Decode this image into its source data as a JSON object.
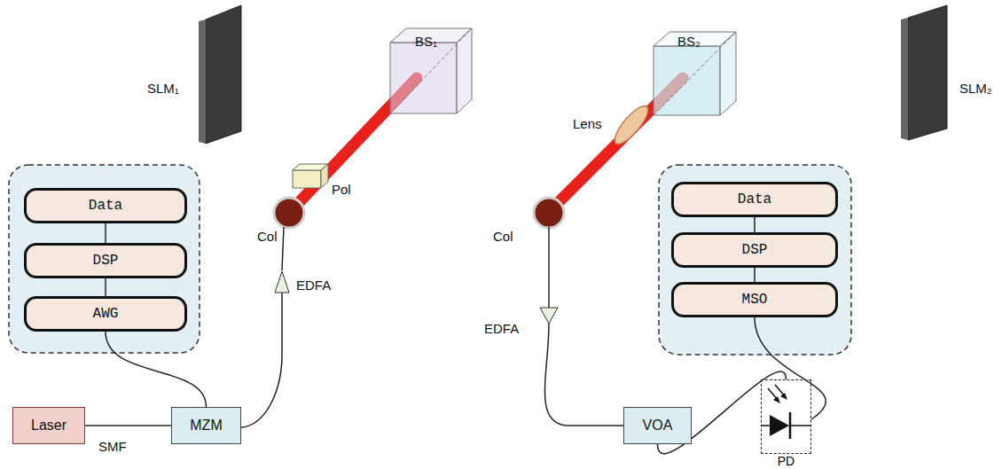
{
  "diagram": {
    "nodes": [
      {
        "text": [
          "Data"
        ]
      },
      {
        "text": [
          "DSP"
        ]
      },
      {
        "text": [
          "AWG"
        ]
      },
      {
        "text": [
          "Laser"
        ]
      },
      {
        "text": [
          "MZM"
        ]
      },
      {
        "text": [
          "Data"
        ]
      },
      {
        "text": [
          "DSP"
        ]
      },
      {
        "text": [
          "MSO"
        ]
      },
      {
        "text": [
          "VOA"
        ]
      },
      {
        "text": [
          "PD"
        ]
      }
    ],
    "edges": [
      {
        "from": 0,
        "to": 1,
        "arrow": "none"
      },
      {
        "from": 1,
        "to": 2,
        "arrow": "none"
      },
      {
        "from": 2,
        "to": 4,
        "arrow": "none"
      },
      {
        "from": 3,
        "to": 4,
        "arrow": "none"
      },
      {
        "from": 5,
        "to": 6,
        "arrow": "none"
      },
      {
        "from": 6,
        "to": 7,
        "arrow": "none"
      },
      {
        "from": 7,
        "to": 9,
        "arrow": "none"
      },
      {
        "from": 8,
        "to": 9,
        "arrow": "none"
      }
    ],
    "labels": [
      "SLM₁",
      "BS₁",
      "BS₂",
      "SLM₂",
      "Lens",
      "Pol",
      "Col",
      "Col",
      "EDFA",
      "EDFA",
      "SMF"
    ]
  }
}
